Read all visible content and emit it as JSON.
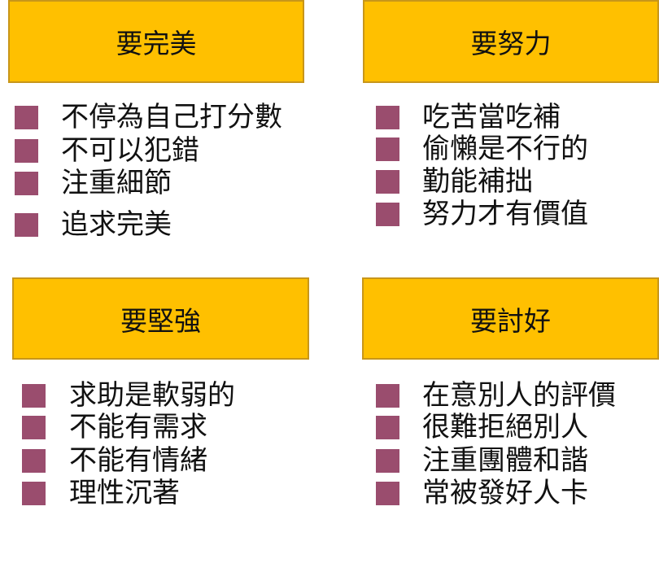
{
  "colors": {
    "header_fill": "#FFC000",
    "header_border": "#C8961A",
    "bullet": "#9A4D6E",
    "text": "#111111"
  },
  "panels": [
    {
      "title": "要完美",
      "items": [
        "不停為自己打分數",
        "不可以犯錯",
        "注重細節",
        "追求完美"
      ]
    },
    {
      "title": "要努力",
      "items": [
        "吃苦當吃補",
        "偷懶是不行的",
        "勤能補拙",
        "努力才有價值"
      ]
    },
    {
      "title": "要堅強",
      "items": [
        "求助是軟弱的",
        "不能有需求",
        "不能有情緒",
        "理性沉著"
      ]
    },
    {
      "title": "要討好",
      "items": [
        "在意別人的評價",
        "很難拒絕別人",
        "注重團體和諧",
        "常被發好人卡"
      ]
    }
  ]
}
